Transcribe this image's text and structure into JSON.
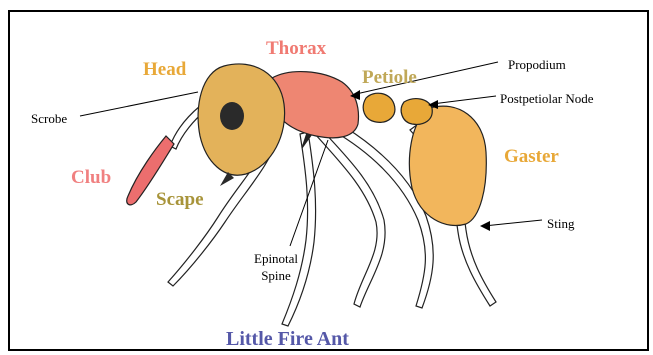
{
  "title": "Little Fire Ant",
  "labels": {
    "head": "Head",
    "thorax": "Thorax",
    "petiole": "Petiole",
    "club": "Club",
    "scape": "Scape",
    "gaster": "Gaster",
    "scrobe": "Scrobe",
    "propodium": "Propodium",
    "postpetiolar_node": "Postpetiolar Node",
    "sting": "Sting",
    "epinotal_spine_line1": "Epinotal",
    "epinotal_spine_line2": "Spine"
  },
  "colors": {
    "head": "#E8A838",
    "thorax": "#F07A72",
    "petiole": "#C0A858",
    "club": "#F08080",
    "scape": "#A8943A",
    "gaster": "#E8A838",
    "title": "#5558A8",
    "body_head_fill": "#E3B25A",
    "body_thorax_fill": "#EE8672",
    "body_gaster_fill": "#F2B65C"
  }
}
